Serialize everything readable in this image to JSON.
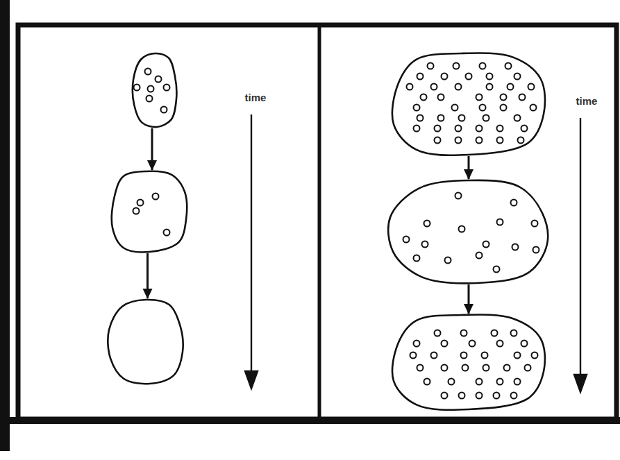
{
  "diagram": {
    "nodes": [
      {
        "text": []
      },
      {
        "text": []
      },
      {
        "text": []
      },
      {
        "text": []
      },
      {
        "text": []
      },
      {
        "text": []
      }
    ],
    "edges": [
      {
        "from": 0,
        "to": 1,
        "arrow": "to"
      },
      {
        "from": 1,
        "to": 2,
        "arrow": "to"
      },
      {
        "from": 3,
        "to": 4,
        "arrow": "to"
      },
      {
        "from": 4,
        "to": 5,
        "arrow": "to"
      }
    ],
    "labels": [
      "time",
      "time"
    ]
  }
}
